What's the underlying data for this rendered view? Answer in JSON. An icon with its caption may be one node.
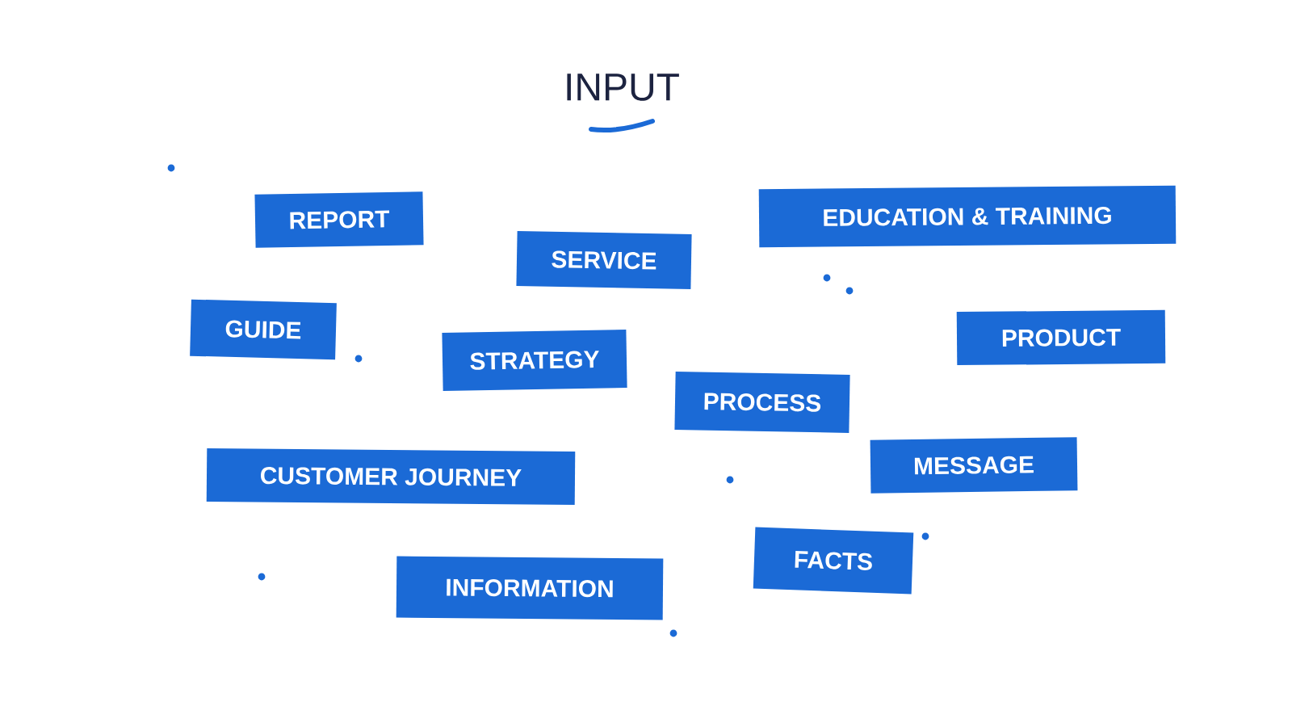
{
  "diagram": {
    "title": "INPUT",
    "nodes": [
      {
        "text": [
          "REPORT"
        ]
      },
      {
        "text": [
          "EDUCATION & TRAINING"
        ]
      },
      {
        "text": [
          "SERVICE"
        ]
      },
      {
        "text": [
          "GUIDE"
        ]
      },
      {
        "text": [
          "PRODUCT"
        ]
      },
      {
        "text": [
          "STRATEGY"
        ]
      },
      {
        "text": [
          "PROCESS"
        ]
      },
      {
        "text": [
          "CUSTOMER JOURNEY"
        ]
      },
      {
        "text": [
          "MESSAGE"
        ]
      },
      {
        "text": [
          "FACTS"
        ]
      },
      {
        "text": [
          "INFORMATION"
        ]
      }
    ]
  }
}
